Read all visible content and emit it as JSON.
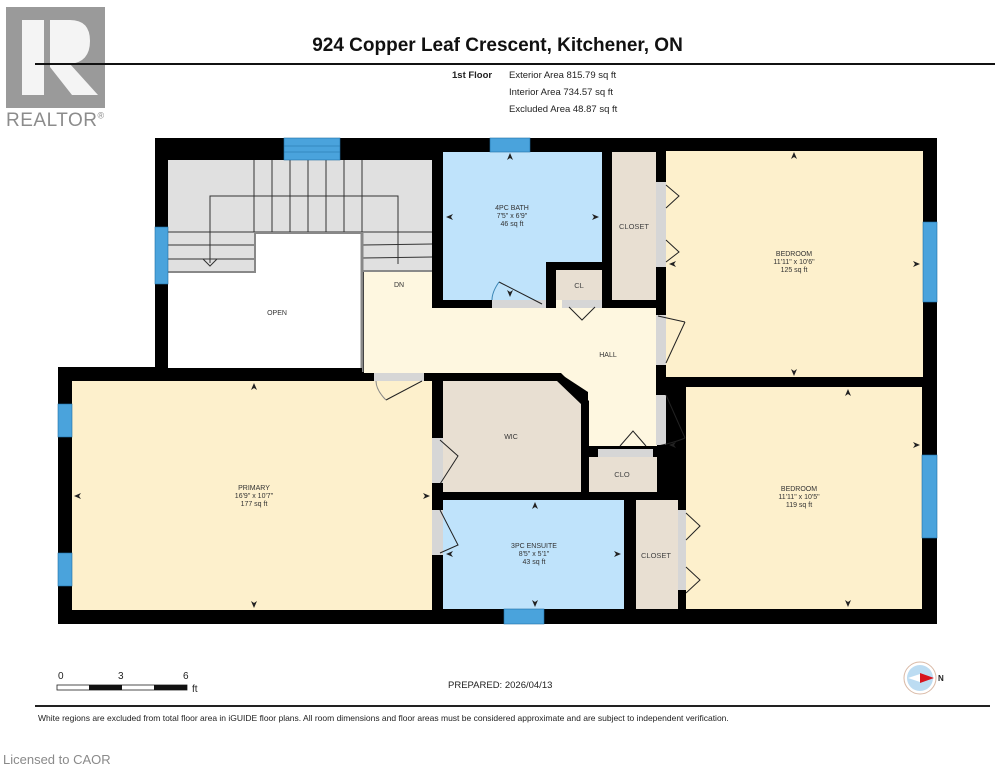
{
  "header": {
    "logo_word": "REALTOR",
    "logo_mark": "®",
    "title": "924 Copper Leaf Crescent, Kitchener, ON",
    "floor": "1st Floor",
    "areas": [
      "Exterior Area 815.79 sq ft",
      "Interior Area 734.57 sq ft",
      "Excluded Area 48.87 sq ft"
    ]
  },
  "rooms": {
    "bath4": {
      "name": "4PC BATH",
      "dims": "7'5\" x 6'9\"",
      "area": "46 sq ft"
    },
    "closet_top": {
      "name": "CLOSET"
    },
    "cl": {
      "name": "CL"
    },
    "bedroom1": {
      "name": "BEDROOM",
      "dims": "11'11\" x 10'6\"",
      "area": "125 sq ft"
    },
    "open": {
      "name": "OPEN"
    },
    "dn": {
      "name": "DN"
    },
    "hall": {
      "name": "HALL"
    },
    "primary": {
      "name": "PRIMARY",
      "dims": "16'9\" x 10'7\"",
      "area": "177 sq ft"
    },
    "wic": {
      "name": "WIC"
    },
    "clo": {
      "name": "CLO"
    },
    "ensuite": {
      "name": "3PC ENSUITE",
      "dims": "8'5\" x 5'1\"",
      "area": "43 sq ft"
    },
    "closet_bottom": {
      "name": "CLOSET"
    },
    "bedroom2": {
      "name": "BEDROOM",
      "dims": "11'11\" x 10'5\"",
      "area": "119 sq ft"
    }
  },
  "colors": {
    "wall": "#000000",
    "bedroom": "#fdf0cc",
    "hall": "#fef7e0",
    "bath": "#bfe3fb",
    "closet": "#e8dfd2",
    "stairs": "#e0e0e0",
    "window": "#4aa3dc",
    "door": "#d6d6d6"
  },
  "scale": {
    "ticks": [
      "0",
      "3",
      "6"
    ],
    "unit": "ft"
  },
  "footer": {
    "prepared": "PREPARED: 2026/04/13",
    "compass_label": "N",
    "disclaimer": "White regions are excluded from total floor area in iGUIDE floor plans. All room dimensions and floor areas must be considered approximate and are subject to independent verification.",
    "licensed": "Licensed to CAOR"
  }
}
